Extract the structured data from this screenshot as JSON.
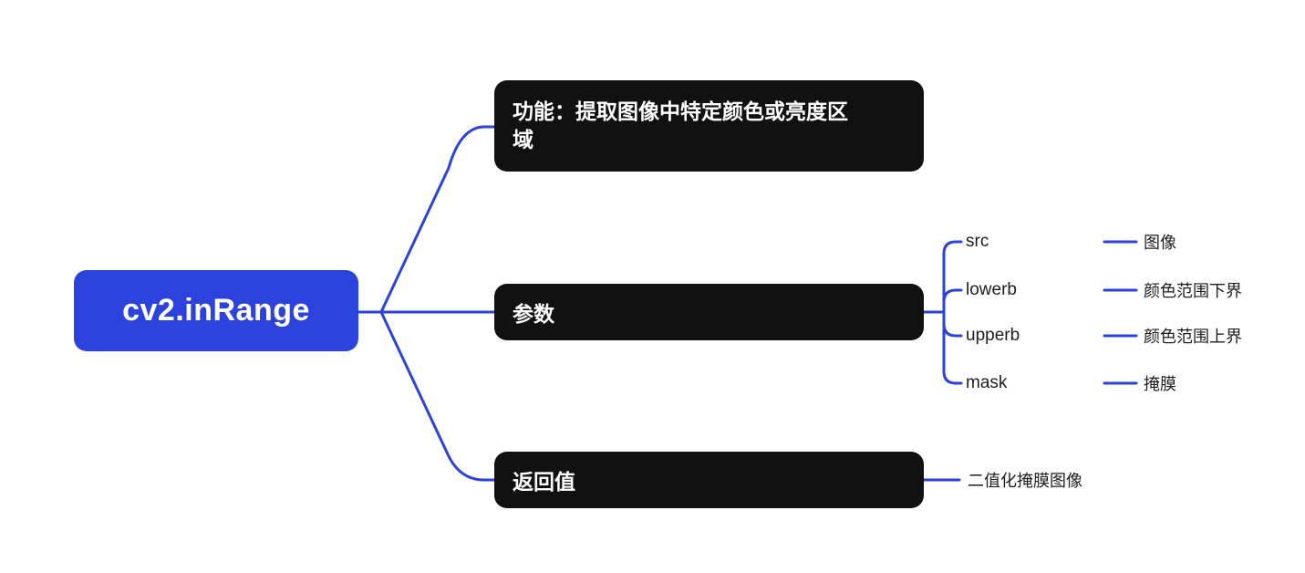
{
  "diagram": {
    "type": "mindmap",
    "topic": "OpenCV cv2.inRange function"
  },
  "colors": {
    "background": "#ffffff",
    "accent_blue": "#2b43dc",
    "connector_blue": "#2b42db",
    "node_black": "#111111",
    "node_text_white": "#ffffff",
    "leaf_text_dark": "#1e1e1e"
  },
  "root": {
    "label": "cv2.inRange"
  },
  "function_node": {
    "label": "功能：提取图像中特定颜色或亮度区域"
  },
  "params_node": {
    "label": "参数",
    "children": [
      {
        "name": "src",
        "desc": "图像"
      },
      {
        "name": "lowerb",
        "desc": "颜色范围下界"
      },
      {
        "name": "upperb",
        "desc": "颜色范围上界"
      },
      {
        "name": "mask",
        "desc": "掩膜"
      }
    ]
  },
  "return_node": {
    "label": "返回值",
    "value": "二值化掩膜图像"
  }
}
